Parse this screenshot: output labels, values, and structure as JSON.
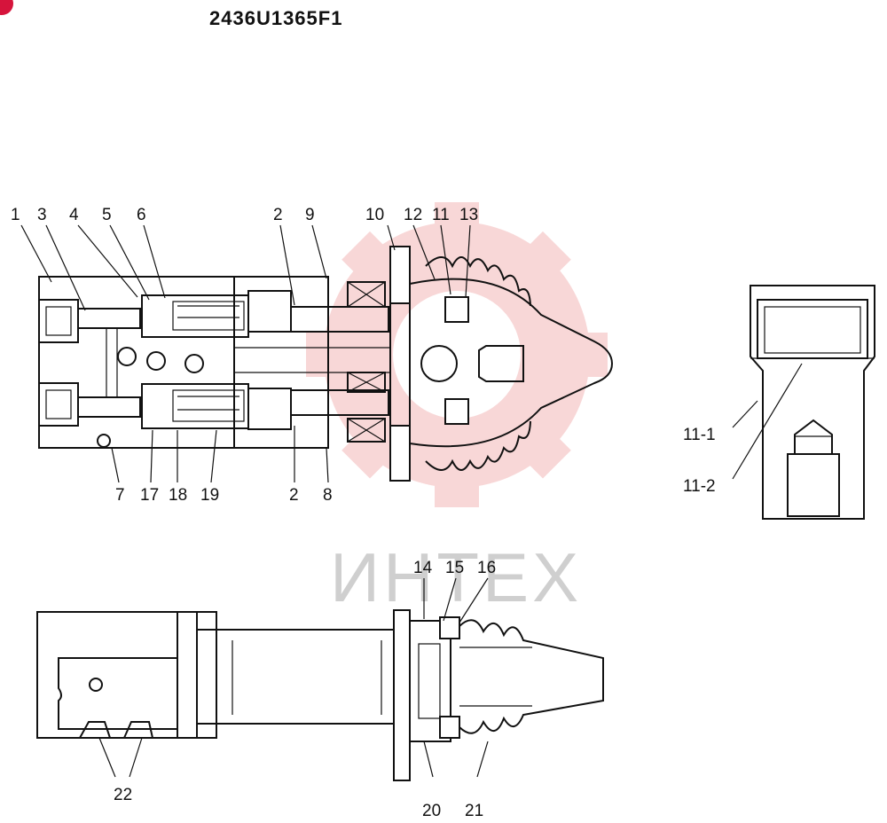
{
  "title": "2436U1365F1",
  "watermark": "ИНТЕХ",
  "colors": {
    "line": "#111111",
    "watermark_gear": "#f6c9c9",
    "watermark_text": "#cfcfcf",
    "badge": "#d6143c"
  },
  "icons": {
    "corner_badge": "red-circle-badge-icon",
    "watermark": "gear-logo-icon"
  },
  "callouts": {
    "c1": "1",
    "c3": "3",
    "c4": "4",
    "c5": "5",
    "c6": "6",
    "c2_top": "2",
    "c9": "9",
    "c10": "10",
    "c12": "12",
    "c11": "11",
    "c13": "13",
    "c7": "7",
    "c17": "17",
    "c18": "18",
    "c19": "19",
    "c2_bottom": "2",
    "c8": "8",
    "c11_1": "11-1",
    "c11_2": "11-2",
    "c14": "14",
    "c15": "15",
    "c16": "16",
    "c22": "22",
    "c20": "20",
    "c21": "21"
  }
}
